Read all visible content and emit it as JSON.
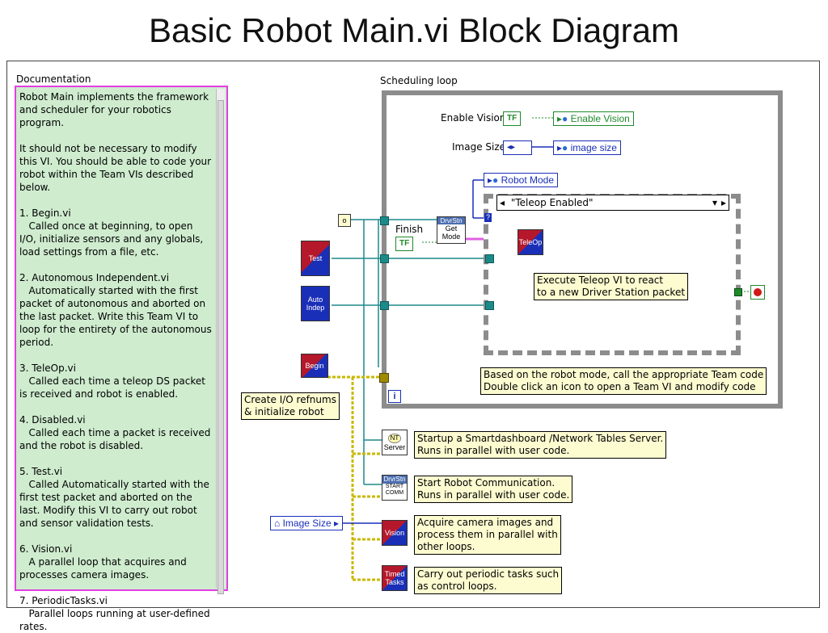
{
  "title": "Basic Robot Main.vi Block Diagram",
  "documentation": {
    "label": "Documentation",
    "text": "Robot Main implements the framework and scheduler for your robotics program.\n\nIt should not be necessary to modify this VI. You should be able to code your robot within the Team VIs described below.\n\n1. Begin.vi\n   Called once at beginning, to open I/O, initialize sensors and any globals, load settings from a file, etc.\n\n2. Autonomous Independent.vi\n   Automatically started with the first packet of autonomous and aborted on the last packet. Write this Team VI to loop for the entirety of the autonomous period.\n\n3. TeleOp.vi\n   Called each time a teleop DS packet is received and robot is enabled.\n\n4. Disabled.vi\n   Called each time a packet is received and the robot is disabled.\n\n5. Test.vi\n   Called Automatically started with the first test packet and aborted on the last. Modify this VI to carry out robot and sensor validation tests.\n\n6. Vision.vi\n   A parallel loop that acquires and processes camera images.\n\n7. PeriodicTasks.vi\n   Parallel loops running at user-defined rates."
  },
  "scheduling_loop": {
    "label": "Scheduling loop",
    "enable_vision_label": "Enable Vision",
    "enable_vision_const": "TF",
    "enable_vision_global": "Enable Vision",
    "image_size_label": "Image Size",
    "image_size_global": "image size",
    "robot_mode_global": "Robot Mode",
    "finish_label": "Finish",
    "finish_const": "TF",
    "drvrstn_header": "DrvrStn",
    "get_mode_label": "Get Mode",
    "case_selector": "\"Teleop Enabled\"",
    "case_question": "?",
    "teleop_icon": "TeleOp",
    "case_note": "Execute Teleop VI to react\nto a new Driver Station packet",
    "loop_note": "Based on the robot mode, call the appropriate Team code\nDouble click an icon to open a Team VI and modify code",
    "info_icon": "i"
  },
  "vis": {
    "test": "Test",
    "auto": "Auto Indep",
    "begin": "Begin",
    "server_nt": "NT",
    "server": "Server",
    "start_comm_header": "DrvrStn",
    "start_comm": "START COMM",
    "vision": "Vision",
    "timed_tasks": "Timed Tasks"
  },
  "notes": {
    "create_io": "Create I/O refnums\n& initialize robot",
    "server": "Startup a Smartdashboard /Network Tables Server.\nRuns in parallel with user code.",
    "comm": "Start Robot Communication.\nRuns in parallel with user code.",
    "vision": "Acquire camera images and\nprocess them in parallel with\nother loops.",
    "periodic": "Carry out periodic tasks such\nas control loops."
  },
  "image_size_global": "Image Size",
  "colors": {
    "doc_border": "#e040e0",
    "doc_bg": "#cfeccf",
    "note_bg": "#fdfbd0",
    "teal_wire": "#1d8a8a",
    "refnum_wire": "#c9b800",
    "bool_green": "#1f8a2a",
    "enum_blue": "#1a2fb8",
    "pink_wire": "#e060e0"
  }
}
